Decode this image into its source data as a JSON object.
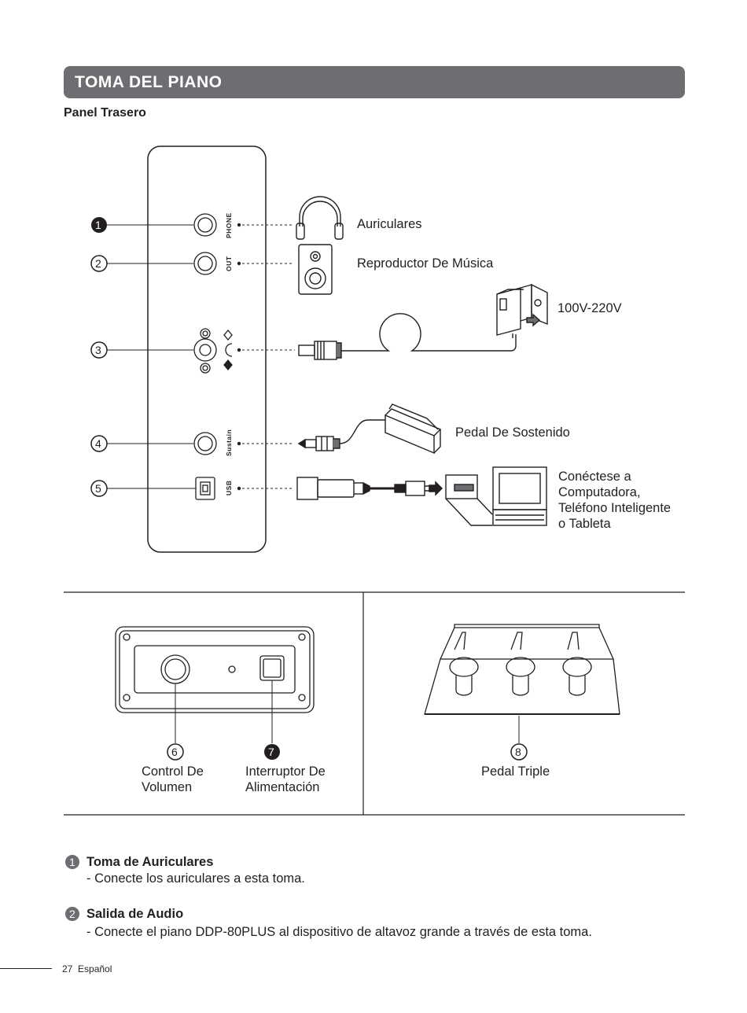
{
  "header": {
    "title": "TOMA DEL PIANO",
    "subtitle": "Panel Trasero"
  },
  "ports": [
    {
      "num": "1",
      "label": "PHONE",
      "device": "Auriculares"
    },
    {
      "num": "2",
      "label": "OUT",
      "device": "Reproductor De Música"
    },
    {
      "num": "3",
      "label": "",
      "device": "100V-220V"
    },
    {
      "num": "4",
      "label": "Sustain",
      "device": "Pedal De Sostenido"
    },
    {
      "num": "5",
      "label": "USB",
      "device_lines": [
        "Conéctese a",
        "Computadora,",
        "Teléfono Inteligente",
        "o Tableta"
      ]
    }
  ],
  "front": {
    "volume": {
      "num": "6",
      "lines": [
        "Control De",
        "Volumen"
      ]
    },
    "power": {
      "num": "7",
      "lines": [
        "Interruptor De",
        "Alimentación"
      ]
    },
    "pedal": {
      "num": "8",
      "label": "Pedal Triple"
    }
  },
  "descriptions": [
    {
      "num": "1",
      "title": "Toma de Auriculares",
      "text": "- Conecte los auriculares a esta toma."
    },
    {
      "num": "2",
      "title": "Salida de Audio",
      "text": "- Conecte el piano DDP-80PLUS al dispositivo de altavoz grande a través de esta toma."
    }
  ],
  "footer": {
    "page": "27",
    "lang": "Español"
  }
}
